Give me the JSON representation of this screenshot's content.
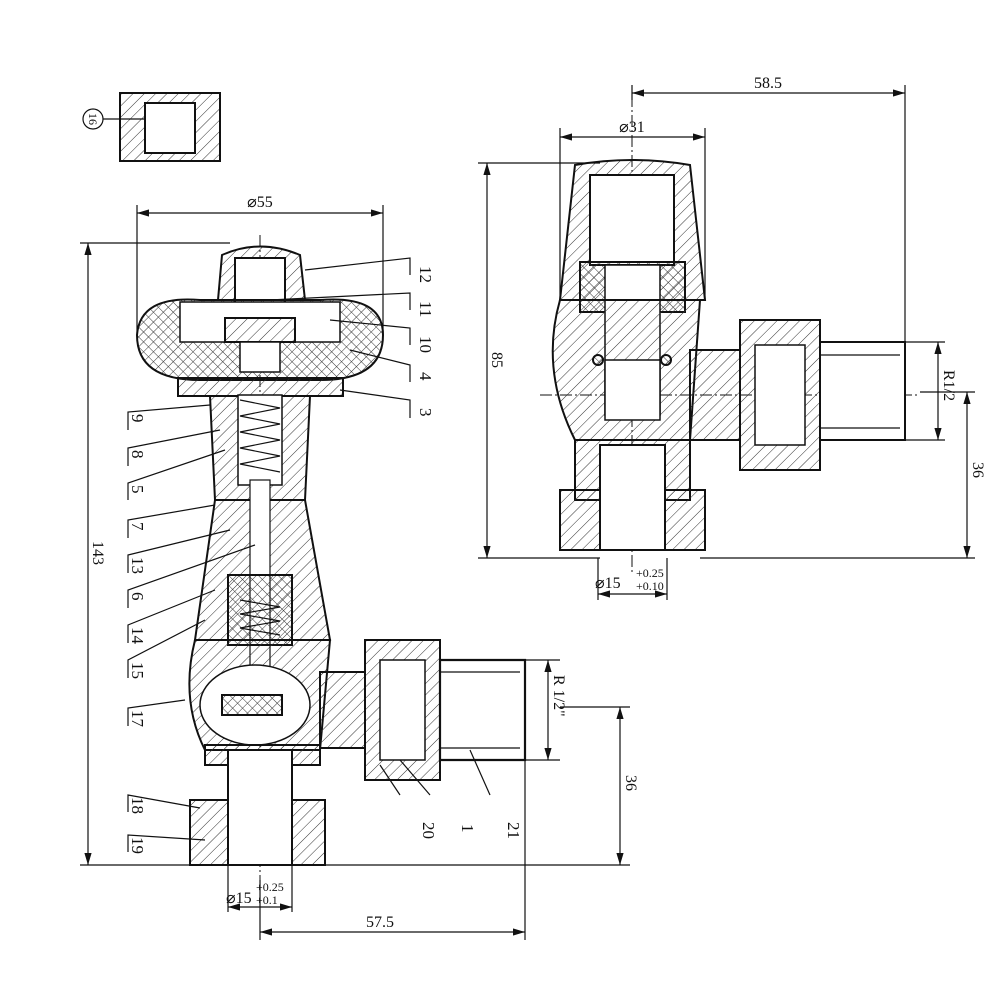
{
  "left_view": {
    "detail_callout": "16",
    "dim_handwheel_dia": "⌀55",
    "dim_height": "143",
    "dim_thread": "R 1/2\"",
    "dim_offset": "36",
    "dim_width": "57.5",
    "dim_inlet_dia": "⌀15",
    "dim_inlet_tol_upper": "+0.25",
    "dim_inlet_tol_lower": "+0.1",
    "part_labels_right": [
      "12",
      "11",
      "10",
      "4",
      "3"
    ],
    "part_labels_left": [
      "9",
      "8",
      "5",
      "7",
      "13",
      "6",
      "14",
      "15",
      "17",
      "18",
      "19"
    ],
    "part_labels_bottom": [
      "20",
      "1",
      "21"
    ]
  },
  "right_view": {
    "dim_width": "58.5",
    "dim_head_dia": "⌀31",
    "dim_height": "85",
    "dim_thread": "R1/2",
    "dim_offset": "36",
    "dim_inlet_dia": "⌀15",
    "dim_inlet_tol_upper": "+0.25",
    "dim_inlet_tol_lower": "+0.10"
  }
}
